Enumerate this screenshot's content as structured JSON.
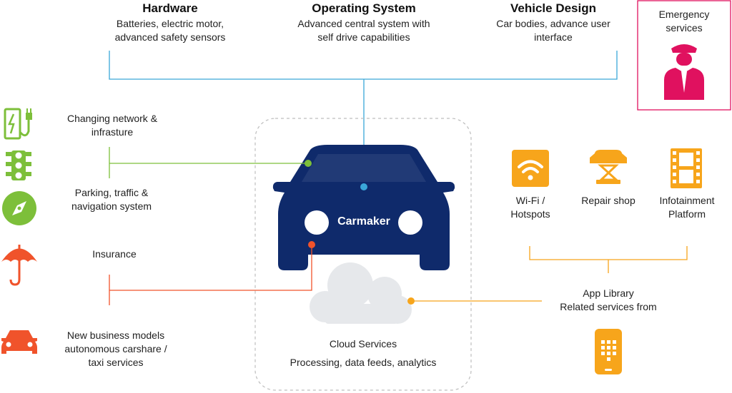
{
  "top": [
    {
      "title": "Hardware",
      "subtitle": "Batteries, electric motor,\nadvanced safety sensors"
    },
    {
      "title": "Operating System",
      "subtitle": "Advanced central system with\nself drive capabilities"
    },
    {
      "title": "Vehicle Design",
      "subtitle": "Car bodies, advance user\ninterface"
    }
  ],
  "emergency": {
    "label": "Emergency\nservices"
  },
  "center": {
    "car_label": "Carmaker",
    "cloud_title": "Cloud Services",
    "cloud_sub": "Processing, data feeds, analytics"
  },
  "left": [
    {
      "label": "Changing network &\ninfrasture",
      "icon": "ev-charger-icon"
    },
    {
      "label": "Parking, traffic &\nnavigation system",
      "icon": "compass-icon"
    },
    {
      "label": "Insurance",
      "icon": "umbrella-icon"
    },
    {
      "label": "New business models\nautonomous carshare /\ntaxi services",
      "icon": "car-icon"
    }
  ],
  "right": [
    {
      "label": "Wi-Fi /\nHotspots",
      "icon": "wifi-icon"
    },
    {
      "label": "Repair shop",
      "icon": "car-lift-icon"
    },
    {
      "label": "Infotainment\nPlatform",
      "icon": "film-strip-icon"
    }
  ],
  "app_library": {
    "label": "App Library\nRelated services from",
    "icon": "smartphone-icon"
  },
  "colors": {
    "blue": "#3aa7d8",
    "navy": "#0f2a6b",
    "green": "#7dbf3a",
    "red": "#f0532b",
    "orange": "#f7a51b",
    "pink": "#e0115f",
    "cloud": "#e6e8eb",
    "dashed": "#bdbdbd"
  }
}
